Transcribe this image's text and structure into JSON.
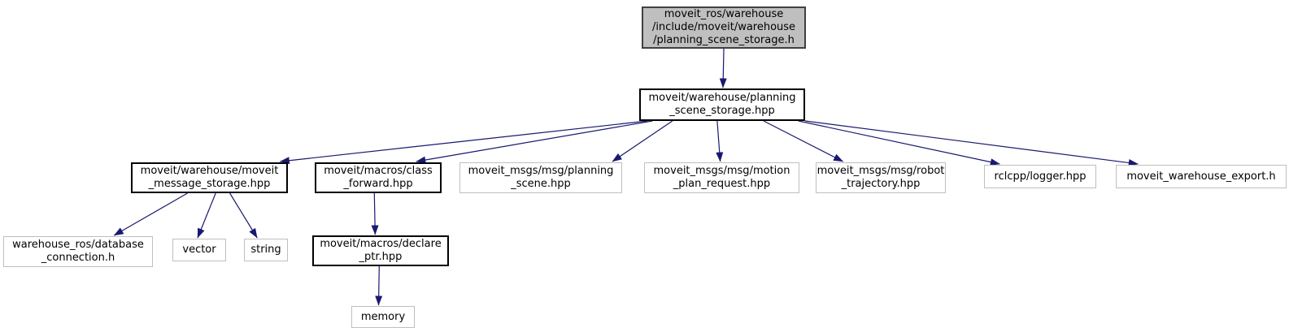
{
  "diagram": {
    "type": "include-dependency-graph",
    "background_color": "#ffffff",
    "edge_color": "#191970",
    "current_node_fill": "#bfbfbf",
    "external_border_color": "#bfbfbf",
    "documented_border_color": "#000000",
    "nodes": [
      {
        "id": "planning_scene_storage_h",
        "label": "moveit_ros/warehouse\n/include/moveit/warehouse\n/planning_scene_storage.h",
        "type": "current"
      },
      {
        "id": "planning_scene_storage_hpp",
        "label": "moveit/warehouse/planning\n_scene_storage.hpp",
        "type": "doc"
      },
      {
        "id": "moveit_message_storage_hpp",
        "label": "moveit/warehouse/moveit\n_message_storage.hpp",
        "type": "doc"
      },
      {
        "id": "class_forward_hpp",
        "label": "moveit/macros/class\n_forward.hpp",
        "type": "doc"
      },
      {
        "id": "planning_scene_hpp",
        "label": "moveit_msgs/msg/planning\n_scene.hpp",
        "type": "ext"
      },
      {
        "id": "motion_plan_request_hpp",
        "label": "moveit_msgs/msg/motion\n_plan_request.hpp",
        "type": "ext"
      },
      {
        "id": "robot_trajectory_hpp",
        "label": "moveit_msgs/msg/robot\n_trajectory.hpp",
        "type": "ext"
      },
      {
        "id": "logger_hpp",
        "label": "rclcpp/logger.hpp",
        "type": "ext"
      },
      {
        "id": "moveit_warehouse_export_h",
        "label": "moveit_warehouse_export.h",
        "type": "ext"
      },
      {
        "id": "database_connection_h",
        "label": "warehouse_ros/database\n_connection.h",
        "type": "ext"
      },
      {
        "id": "vector",
        "label": "vector",
        "type": "ext"
      },
      {
        "id": "string",
        "label": "string",
        "type": "ext"
      },
      {
        "id": "declare_ptr_hpp",
        "label": "moveit/macros/declare\n_ptr.hpp",
        "type": "doc"
      },
      {
        "id": "memory",
        "label": "memory",
        "type": "ext"
      }
    ],
    "edges": [
      {
        "from": "planning_scene_storage_h",
        "to": "planning_scene_storage_hpp",
        "from_fx": 0.5,
        "to_fx": 0.505
      },
      {
        "from": "planning_scene_storage_hpp",
        "to": "moveit_message_storage_hpp",
        "from_fx": 0.05,
        "to_fx": 0.95
      },
      {
        "from": "planning_scene_storage_hpp",
        "to": "class_forward_hpp",
        "from_fx": 0.08,
        "to_fx": 0.8
      },
      {
        "from": "planning_scene_storage_hpp",
        "to": "planning_scene_hpp",
        "from_fx": 0.2,
        "to_fx": 0.94
      },
      {
        "from": "planning_scene_storage_hpp",
        "to": "motion_plan_request_hpp",
        "from_fx": 0.47,
        "to_fx": 0.49
      },
      {
        "from": "planning_scene_storage_hpp",
        "to": "robot_trajectory_hpp",
        "from_fx": 0.75,
        "to_fx": 0.21
      },
      {
        "from": "planning_scene_storage_hpp",
        "to": "logger_hpp",
        "from_fx": 0.96,
        "to_fx": 0.14
      },
      {
        "from": "planning_scene_storage_hpp",
        "to": "moveit_warehouse_export_h",
        "from_fx": 1.0,
        "to_fx": 0.13
      },
      {
        "from": "moveit_message_storage_hpp",
        "to": "database_connection_h",
        "from_fx": 0.36,
        "to_fx": 0.74
      },
      {
        "from": "moveit_message_storage_hpp",
        "to": "vector",
        "from_fx": 0.54,
        "to_fx": 0.47
      },
      {
        "from": "moveit_message_storage_hpp",
        "to": "string",
        "from_fx": 0.63,
        "to_fx": 0.3
      },
      {
        "from": "class_forward_hpp",
        "to": "declare_ptr_hpp",
        "from_fx": 0.47,
        "to_fx": 0.46
      },
      {
        "from": "declare_ptr_hpp",
        "to": "memory",
        "from_fx": 0.49,
        "to_fx": 0.43
      }
    ]
  }
}
